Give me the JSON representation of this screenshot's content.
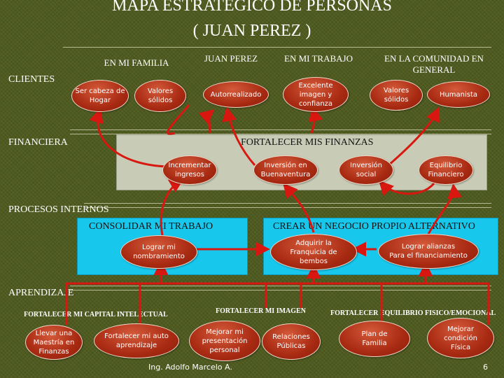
{
  "title": {
    "line1": "MAPA ESTRATÉGICO DE PERSONAS",
    "line2": "( JUAN PEREZ )"
  },
  "headers": {
    "familia": "EN MI FAMILIA",
    "juan": "JUAN PEREZ",
    "trabajo": "EN MI TRABAJO",
    "comunidad": "EN LA COMUNIDAD  EN GENERAL"
  },
  "perspectives": {
    "clientes": "CLIENTES",
    "financiera": "FINANCIERA",
    "procesos": "PROCESOS INTERNOS",
    "aprendizaje": "APRENDIZAJE"
  },
  "clientes_nodes": {
    "cabeza_hogar": "Ser cabeza de\nHogar",
    "valores_familia": "Valores\nsólidos",
    "autorrealizado": "Autorrealizado",
    "imagen": "Excelente\nimagen y\nconfianza",
    "valores_comunidad": "Valores\nsólidos",
    "humanista": "Humanista"
  },
  "financiera": {
    "title": "FORTALECER MIS FINANZAS",
    "nodes": {
      "ingresos": "Incrementar\ningresos",
      "buenaventura": "Inversión en\nBuenaventura",
      "social": "Inversión\nsocial",
      "equilibrio": "Equilibrio\nFinanciero"
    }
  },
  "procesos": {
    "consolidar_title": "CONSOLIDAR  MI  TRABAJO",
    "negocio_title": "CREAR UN NEGOCIO PROPIO ALTERNATIVO",
    "nodes": {
      "nombramiento": "Lograr mi\nnombramiento",
      "franquicia": "Adquirir la\nFranquicia de\nbembos",
      "alianzas": "Lograr alianzas\nPara el financiamiento"
    }
  },
  "aprendizaje": {
    "capital_title": "FORTALECER MI CAPITAL INTELECTUAL",
    "imagen_title": "FORTALECER MI IMAGEN",
    "equilibrio_title": "FORTALECER EQUILIBRIO FISICO/EMOCIONAL",
    "nodes": {
      "maestria": "Llevar una\nMaestría en\nFinanzas",
      "autoaprendizaje": "Fortalecer mi auto\naprendizaje",
      "presentacion": "Mejorar mi\npresentación\npersonal",
      "relaciones": "Relaciones\nPúblicas",
      "plan_familia": "Plan de\nFamilia",
      "condicion_fisica": "Mejorar\ncondición\nFísica"
    }
  },
  "footer": {
    "author": "Ing. Adolfo Marcelo A.",
    "page": "6"
  },
  "colors": {
    "background": "#4d5a1e",
    "oval": "#a82a12",
    "arrow": "#d81810",
    "panel_financiera": "#c8ccb6",
    "panel_procesos": "#18c8ec"
  }
}
